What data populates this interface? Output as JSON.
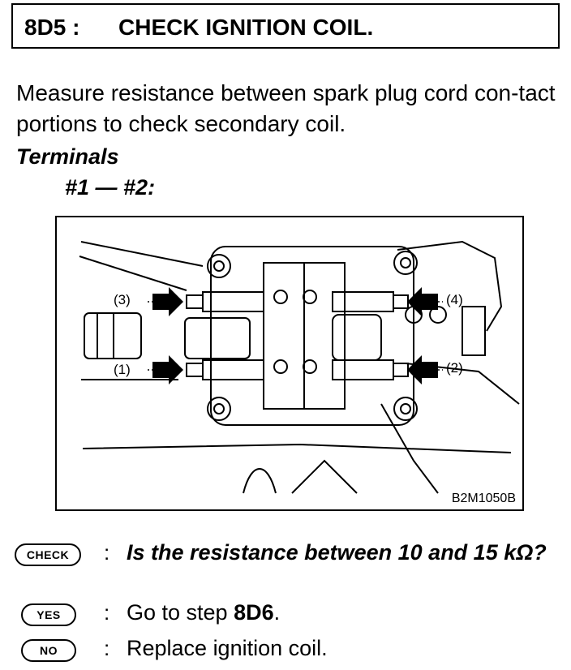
{
  "header": {
    "step_id": "8D5 :",
    "title": "CHECK IGNITION COIL."
  },
  "instruction": "Measure resistance between spark plug cord con-tact portions to check secondary coil.",
  "terminals": {
    "label": "Terminals",
    "value": "#1 — #2:"
  },
  "figure": {
    "labels": {
      "t1": "(1)",
      "t2": "(2)",
      "t3": "(3)",
      "t4": "(4)"
    },
    "code": "B2M1050B"
  },
  "check": {
    "badge": "CHECK",
    "question": "Is the resistance between 10 and 15 kΩ?"
  },
  "yes": {
    "badge": "YES",
    "answer_prefix": "Go to step ",
    "answer_step": "8D6",
    "answer_suffix": "."
  },
  "no": {
    "badge": "NO",
    "answer": "Replace ignition coil."
  },
  "separator": ":"
}
